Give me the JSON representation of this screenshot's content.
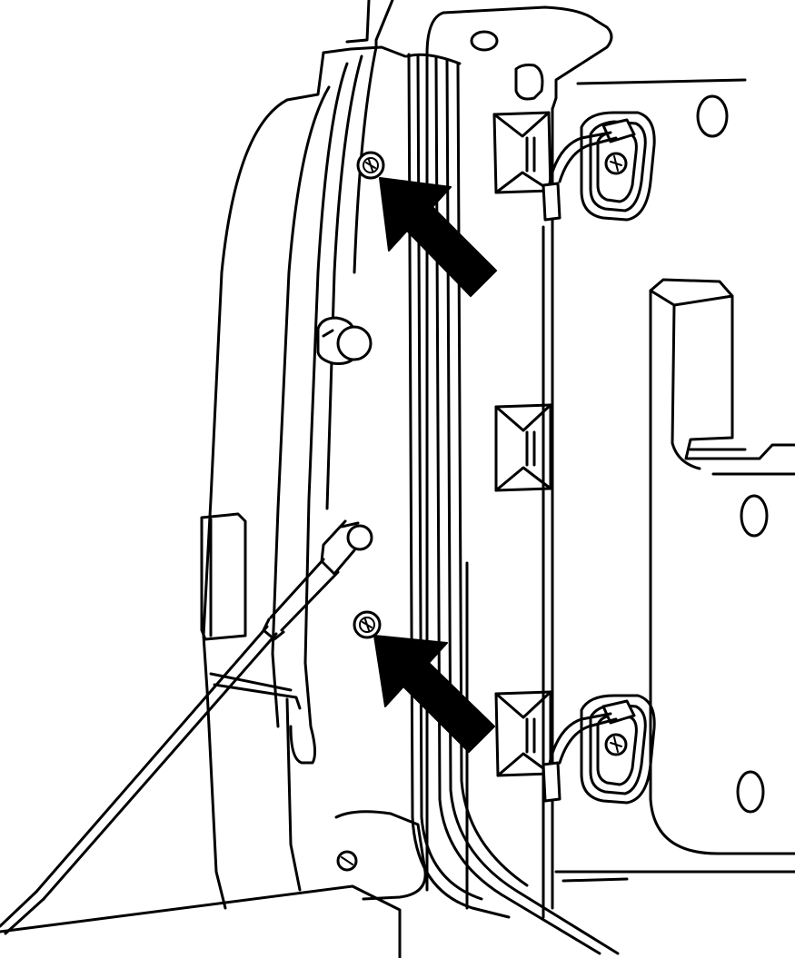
{
  "figure": {
    "background_color": "#ffffff",
    "line_color": "#000000",
    "callouts": [
      {
        "name": "upper-fastener-arrow",
        "icon": "arrow-icon",
        "points_to": "upper-fastener"
      },
      {
        "name": "lower-fastener-arrow",
        "icon": "arrow-icon",
        "points_to": "lower-fastener"
      }
    ]
  }
}
